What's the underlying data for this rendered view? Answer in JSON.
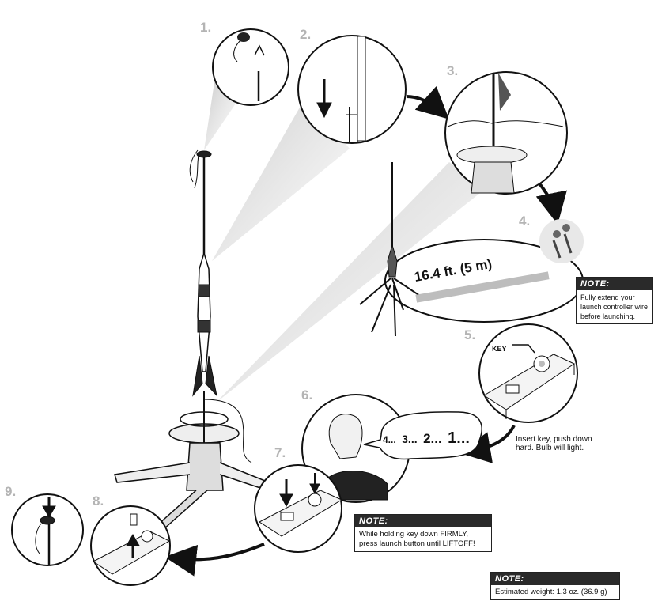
{
  "steps": [
    "1.",
    "2.",
    "3.",
    "4.",
    "5.",
    "6.",
    "7.",
    "8.",
    "9."
  ],
  "distance_label": "16.4 ft. (5 m)",
  "key_label": "KEY",
  "countdown": {
    "four": "4...",
    "three": "3...",
    "two": "2...",
    "one": "1..."
  },
  "step5_caption": {
    "line1": "Insert key, push down",
    "line2": "hard. Bulb will light."
  },
  "notes": {
    "wire": {
      "header": "NOTE:",
      "lines": [
        "Fully extend your",
        "launch controller wire",
        "before launching."
      ]
    },
    "launch": {
      "header": "NOTE:",
      "lines": [
        "While holding key down FIRMLY,",
        "press launch button until LIFTOFF!"
      ]
    },
    "weight": {
      "header": "NOTE:",
      "lines": [
        "Estimated weight: 1.3 oz. (36.9 g)"
      ]
    }
  },
  "colors": {
    "step_number": "#b4b4b4",
    "note_header": "#2a2a2a",
    "line_art": "#111111"
  }
}
